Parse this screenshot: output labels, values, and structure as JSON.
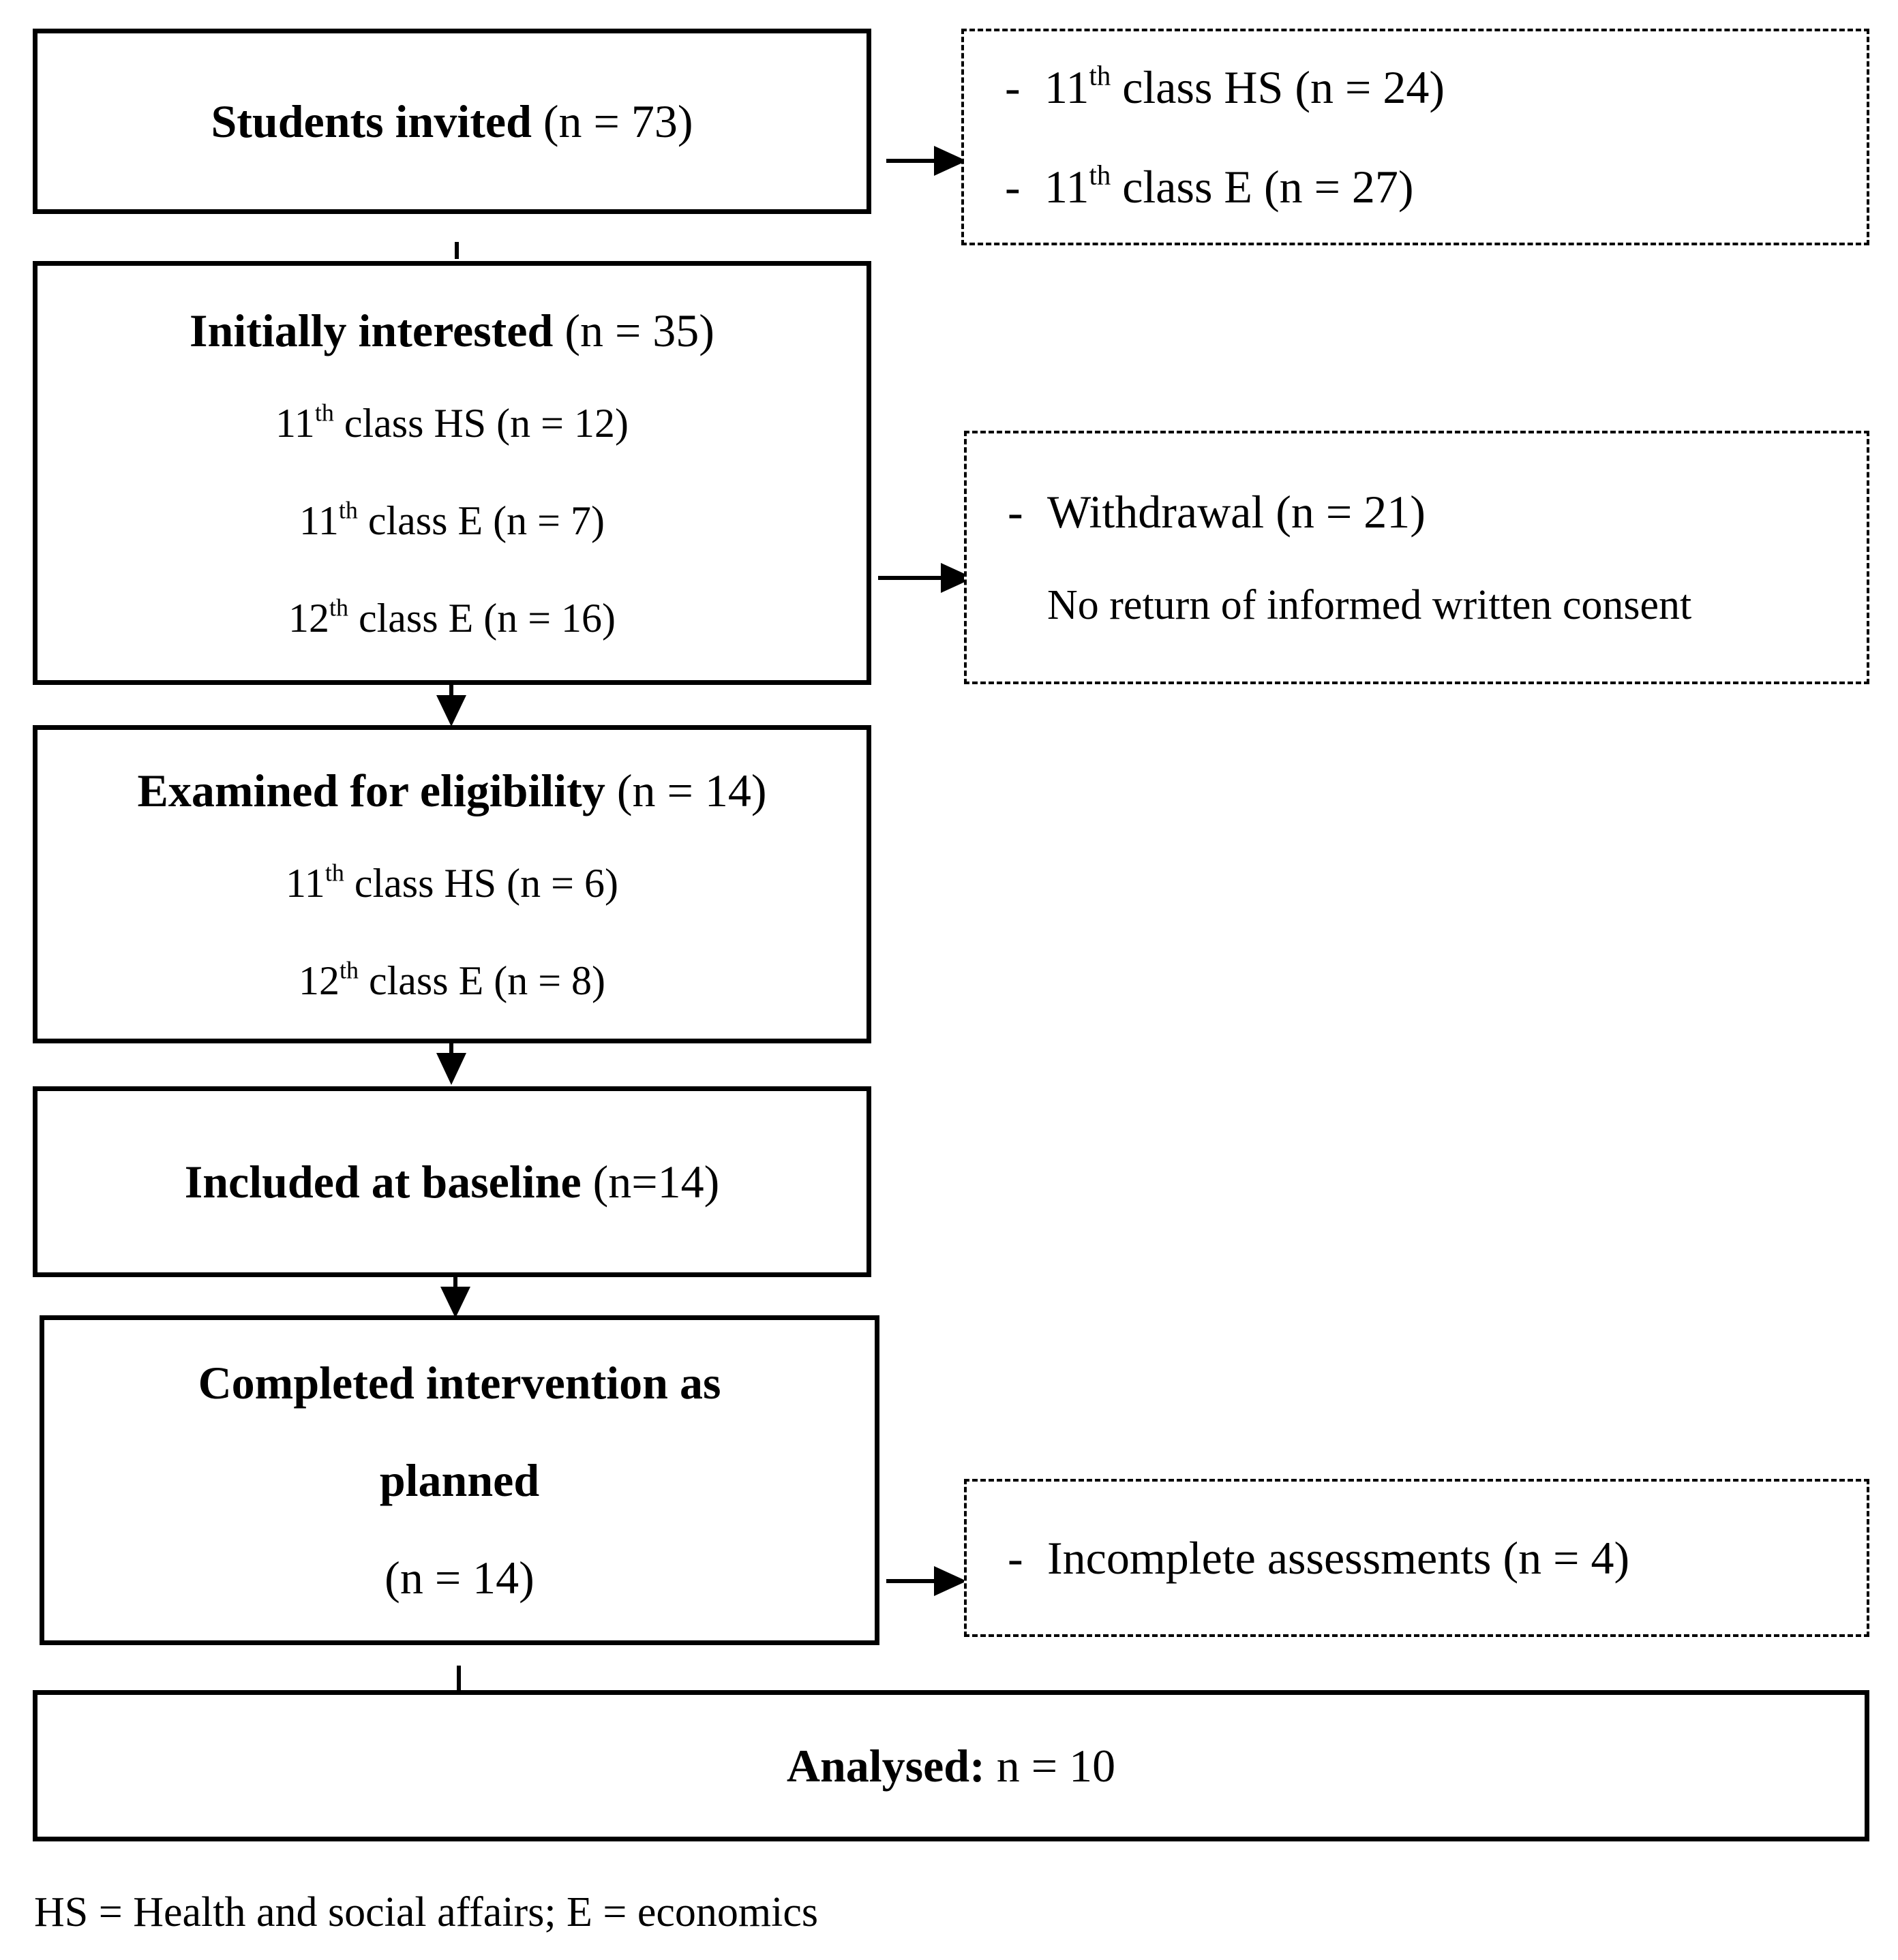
{
  "main_boxes": {
    "invited": {
      "bold": "Students invited",
      "count": "(n = 73)"
    },
    "interested": {
      "bold": "Initially interested",
      "count": "(n = 35)",
      "items": [
        {
          "num": "11",
          "sup": "th",
          "rest": "class HS (n = 12)"
        },
        {
          "num": "11",
          "sup": "th",
          "rest": "class E (n = 7)"
        },
        {
          "num": "12",
          "sup": "th",
          "rest": "class E (n = 16)"
        }
      ]
    },
    "examined": {
      "bold": "Examined for eligibility",
      "count": "(n = 14)",
      "items": [
        {
          "num": "11",
          "sup": "th",
          "rest": "class HS (n = 6)"
        },
        {
          "num": "12",
          "sup": "th",
          "rest": "class E (n = 8)"
        }
      ]
    },
    "baseline": {
      "bold": "Included at baseline",
      "count": "(n=14)"
    },
    "completed": {
      "bold_line1": "Completed intervention as",
      "bold_line2": "planned",
      "count": "(n = 14)"
    },
    "analysed": {
      "bold": "Analysed:",
      "count": "n = 10"
    }
  },
  "side_boxes": {
    "not_interested": {
      "items": [
        {
          "dash": "-",
          "num": "11",
          "sup": "th",
          "rest": "class HS (n = 24)"
        },
        {
          "dash": "-",
          "num": "11",
          "sup": "th",
          "rest": "class E (n = 27)"
        }
      ]
    },
    "withdrawal": {
      "dash": "-",
      "title": "Withdrawal (n = 21)",
      "detail": "No return of informed written consent"
    },
    "incomplete": {
      "dash": "-",
      "title": "Incomplete assessments (n = 4)"
    }
  },
  "footnote": "HS = Health and social affairs; E = economics"
}
